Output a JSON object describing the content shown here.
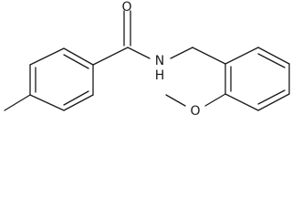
{
  "molecule": {
    "atoms": {
      "carbonyl_oxygen": "O",
      "amide_nitrogen": "N",
      "amide_hydrogen": "H",
      "ether_oxygen": "O"
    }
  },
  "colors": {
    "bond": "#1a1a1a",
    "label": "#1a1a1a",
    "background": "#ffffff"
  }
}
